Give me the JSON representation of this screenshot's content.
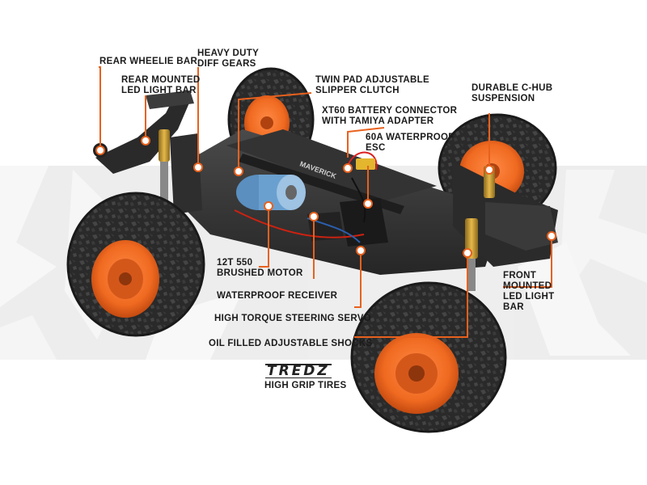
{
  "colors": {
    "accent": "#e8611d",
    "leader": "#e8611d",
    "text": "#1b1b1b",
    "tire": "#2b2b2b",
    "rim": "#f06a21",
    "chassis": "#3a3a3a",
    "backdrop": "#e9e9e9"
  },
  "callouts": {
    "rear_wheelie_bar": [
      "REAR WHEELIE BAR"
    ],
    "heavy_duty_diff_gears": [
      "HEAVY DUTY",
      "DIFF GEARS"
    ],
    "rear_led_light_bar": [
      "REAR MOUNTED",
      "LED LIGHT BAR"
    ],
    "slipper_clutch": [
      "TWIN PAD ADJUSTABLE",
      "SLIPPER CLUTCH"
    ],
    "xt60_connector": [
      "XT60 BATTERY CONNECTOR",
      "WITH TAMIYA ADAPTER"
    ],
    "esc": [
      "60A WATERPROOF",
      "ESC"
    ],
    "c_hub_suspension": [
      "DURABLE C-HUB",
      "SUSPENSION"
    ],
    "brushed_motor": [
      "12T 550",
      "BRUSHED MOTOR"
    ],
    "receiver": [
      "WATERPROOF RECEIVER"
    ],
    "steering_servo": [
      "HIGH TORQUE STEERING SERVO"
    ],
    "front_led_light_bar": [
      "FRONT",
      "MOUNTED",
      "LED LIGHT",
      "BAR"
    ],
    "shocks": [
      "OIL FILLED ADJUSTABLE SHOCKS"
    ]
  },
  "tires": {
    "brand": "TREDZ",
    "label": "HIGH GRIP TIRES"
  }
}
